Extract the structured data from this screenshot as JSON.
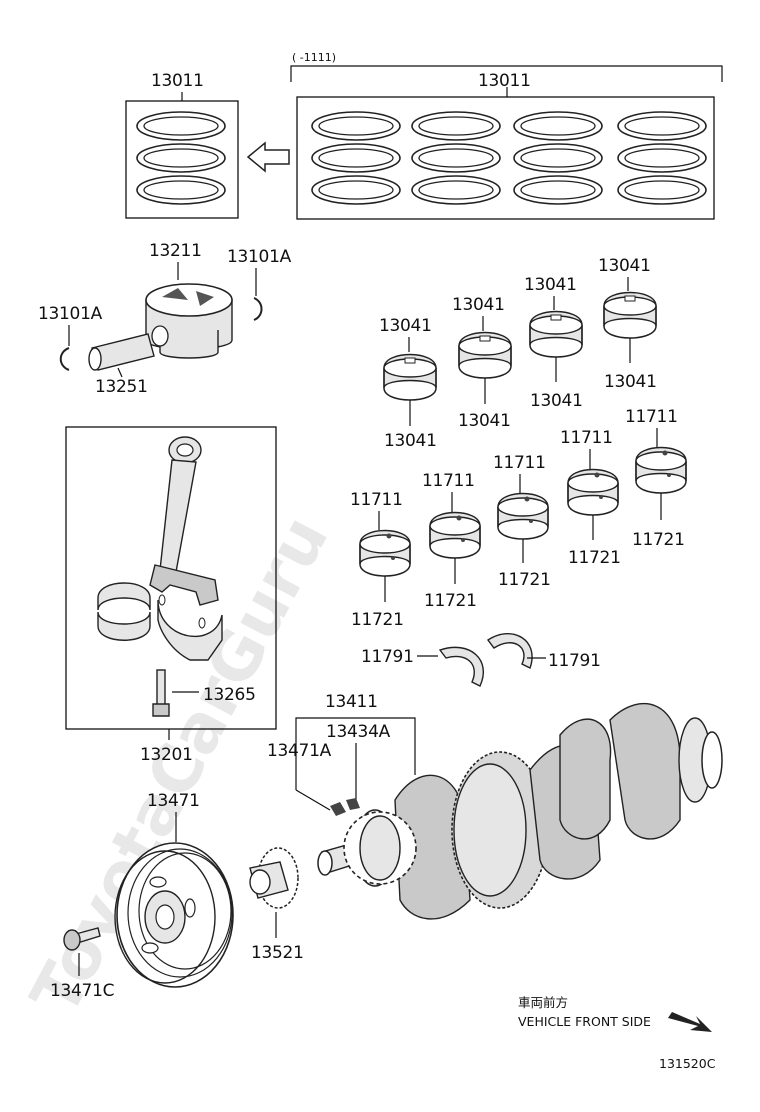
{
  "watermark": "ToyotaCarGuru",
  "date_range_note": "(      -1111)",
  "callouts": {
    "piston_ring_set_single": "13011",
    "piston_ring_set_group": "13011",
    "piston": "13211",
    "snap_ring_right": "13101A",
    "snap_ring_left": "13101A",
    "piston_pin": "13251",
    "conrod_bearing_upper": [
      "13041",
      "13041",
      "13041",
      "13041"
    ],
    "conrod_bearing_lower": [
      "13041",
      "13041",
      "13041",
      "13041"
    ],
    "main_bearing_upper": [
      "11711",
      "11711",
      "11711",
      "11711",
      "11711"
    ],
    "main_bearing_lower": [
      "11721",
      "11721",
      "11721",
      "11721",
      "11721"
    ],
    "thrust_washer_left": "11791",
    "thrust_washer_right": "11791",
    "conrod_bolt": "13265",
    "conrod_assembly": "13201",
    "crankshaft": "13411",
    "crank_key": "13434A",
    "pulley_key": "13471A",
    "crank_pulley": "13471",
    "pulley_bolt": "13471C",
    "timing_gear": "13521"
  },
  "direction": {
    "label_jp": "車両前方",
    "label_en": "VEHICLE FRONT SIDE"
  },
  "figure_number": "131520C"
}
